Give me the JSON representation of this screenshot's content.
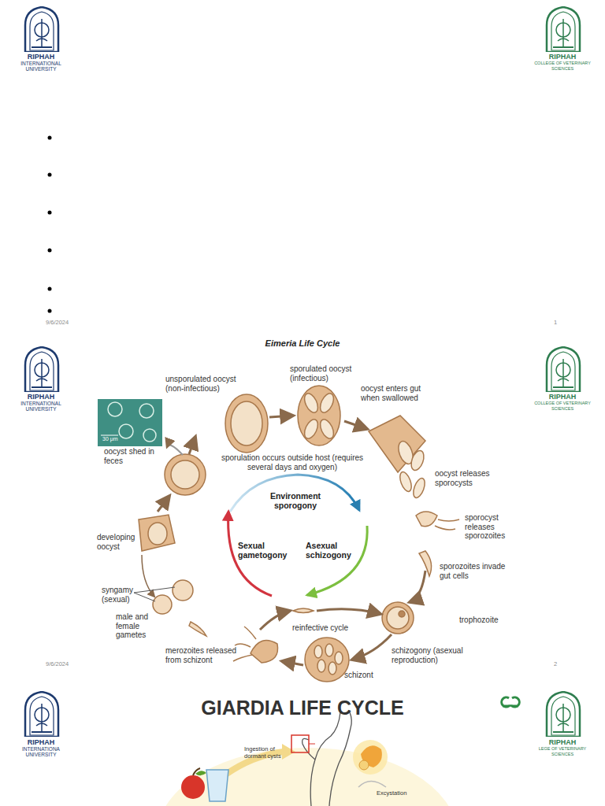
{
  "diagram": {
    "labels": [
      "RIPHAH",
      "INTERNATIONAL",
      "UNIVERSITY",
      "RIPHAH",
      "COLLEGE OF VETERINARY",
      "SCIENCES",
      "9/6/2024",
      "1",
      "RIPHAH",
      "INTERNATIONAL",
      "UNIVERSITY",
      "RIPHAH",
      "COLLEGE OF VETERINARY",
      "SCIENCES",
      "Eimeria Life Cycle",
      "unsporulated oocyst (non-infectious)",
      "sporulated oocyst (infectious)",
      "oocyst enters gut when swallowed",
      "oocyst releases sporocysts",
      "sporocyst releases sporozoites",
      "sporozoites invade gut cells",
      "trophozoite",
      "schizogony (asexual reproduction)",
      "schizont",
      "merozoites released from schizont",
      "reinfective cycle",
      "male and female gametes",
      "syngamy (sexual)",
      "developing oocyst",
      "oocyst shed in feces",
      "30 μm",
      "sporulation occurs outside host (requires several days and oxygen)",
      "Environment sporogony",
      "Sexual gametogony",
      "Asexual schizogony",
      "9/6/2024",
      "2",
      "GIARDIA LIFE CYCLE",
      "RIPHAH",
      "INTERNATIONA",
      "UNIVERSITY",
      "RIPHAH",
      "LEGE OF VETERINARY",
      "SCIENCES",
      "Ingestion of dormant cysts",
      "Excystation"
    ]
  }
}
